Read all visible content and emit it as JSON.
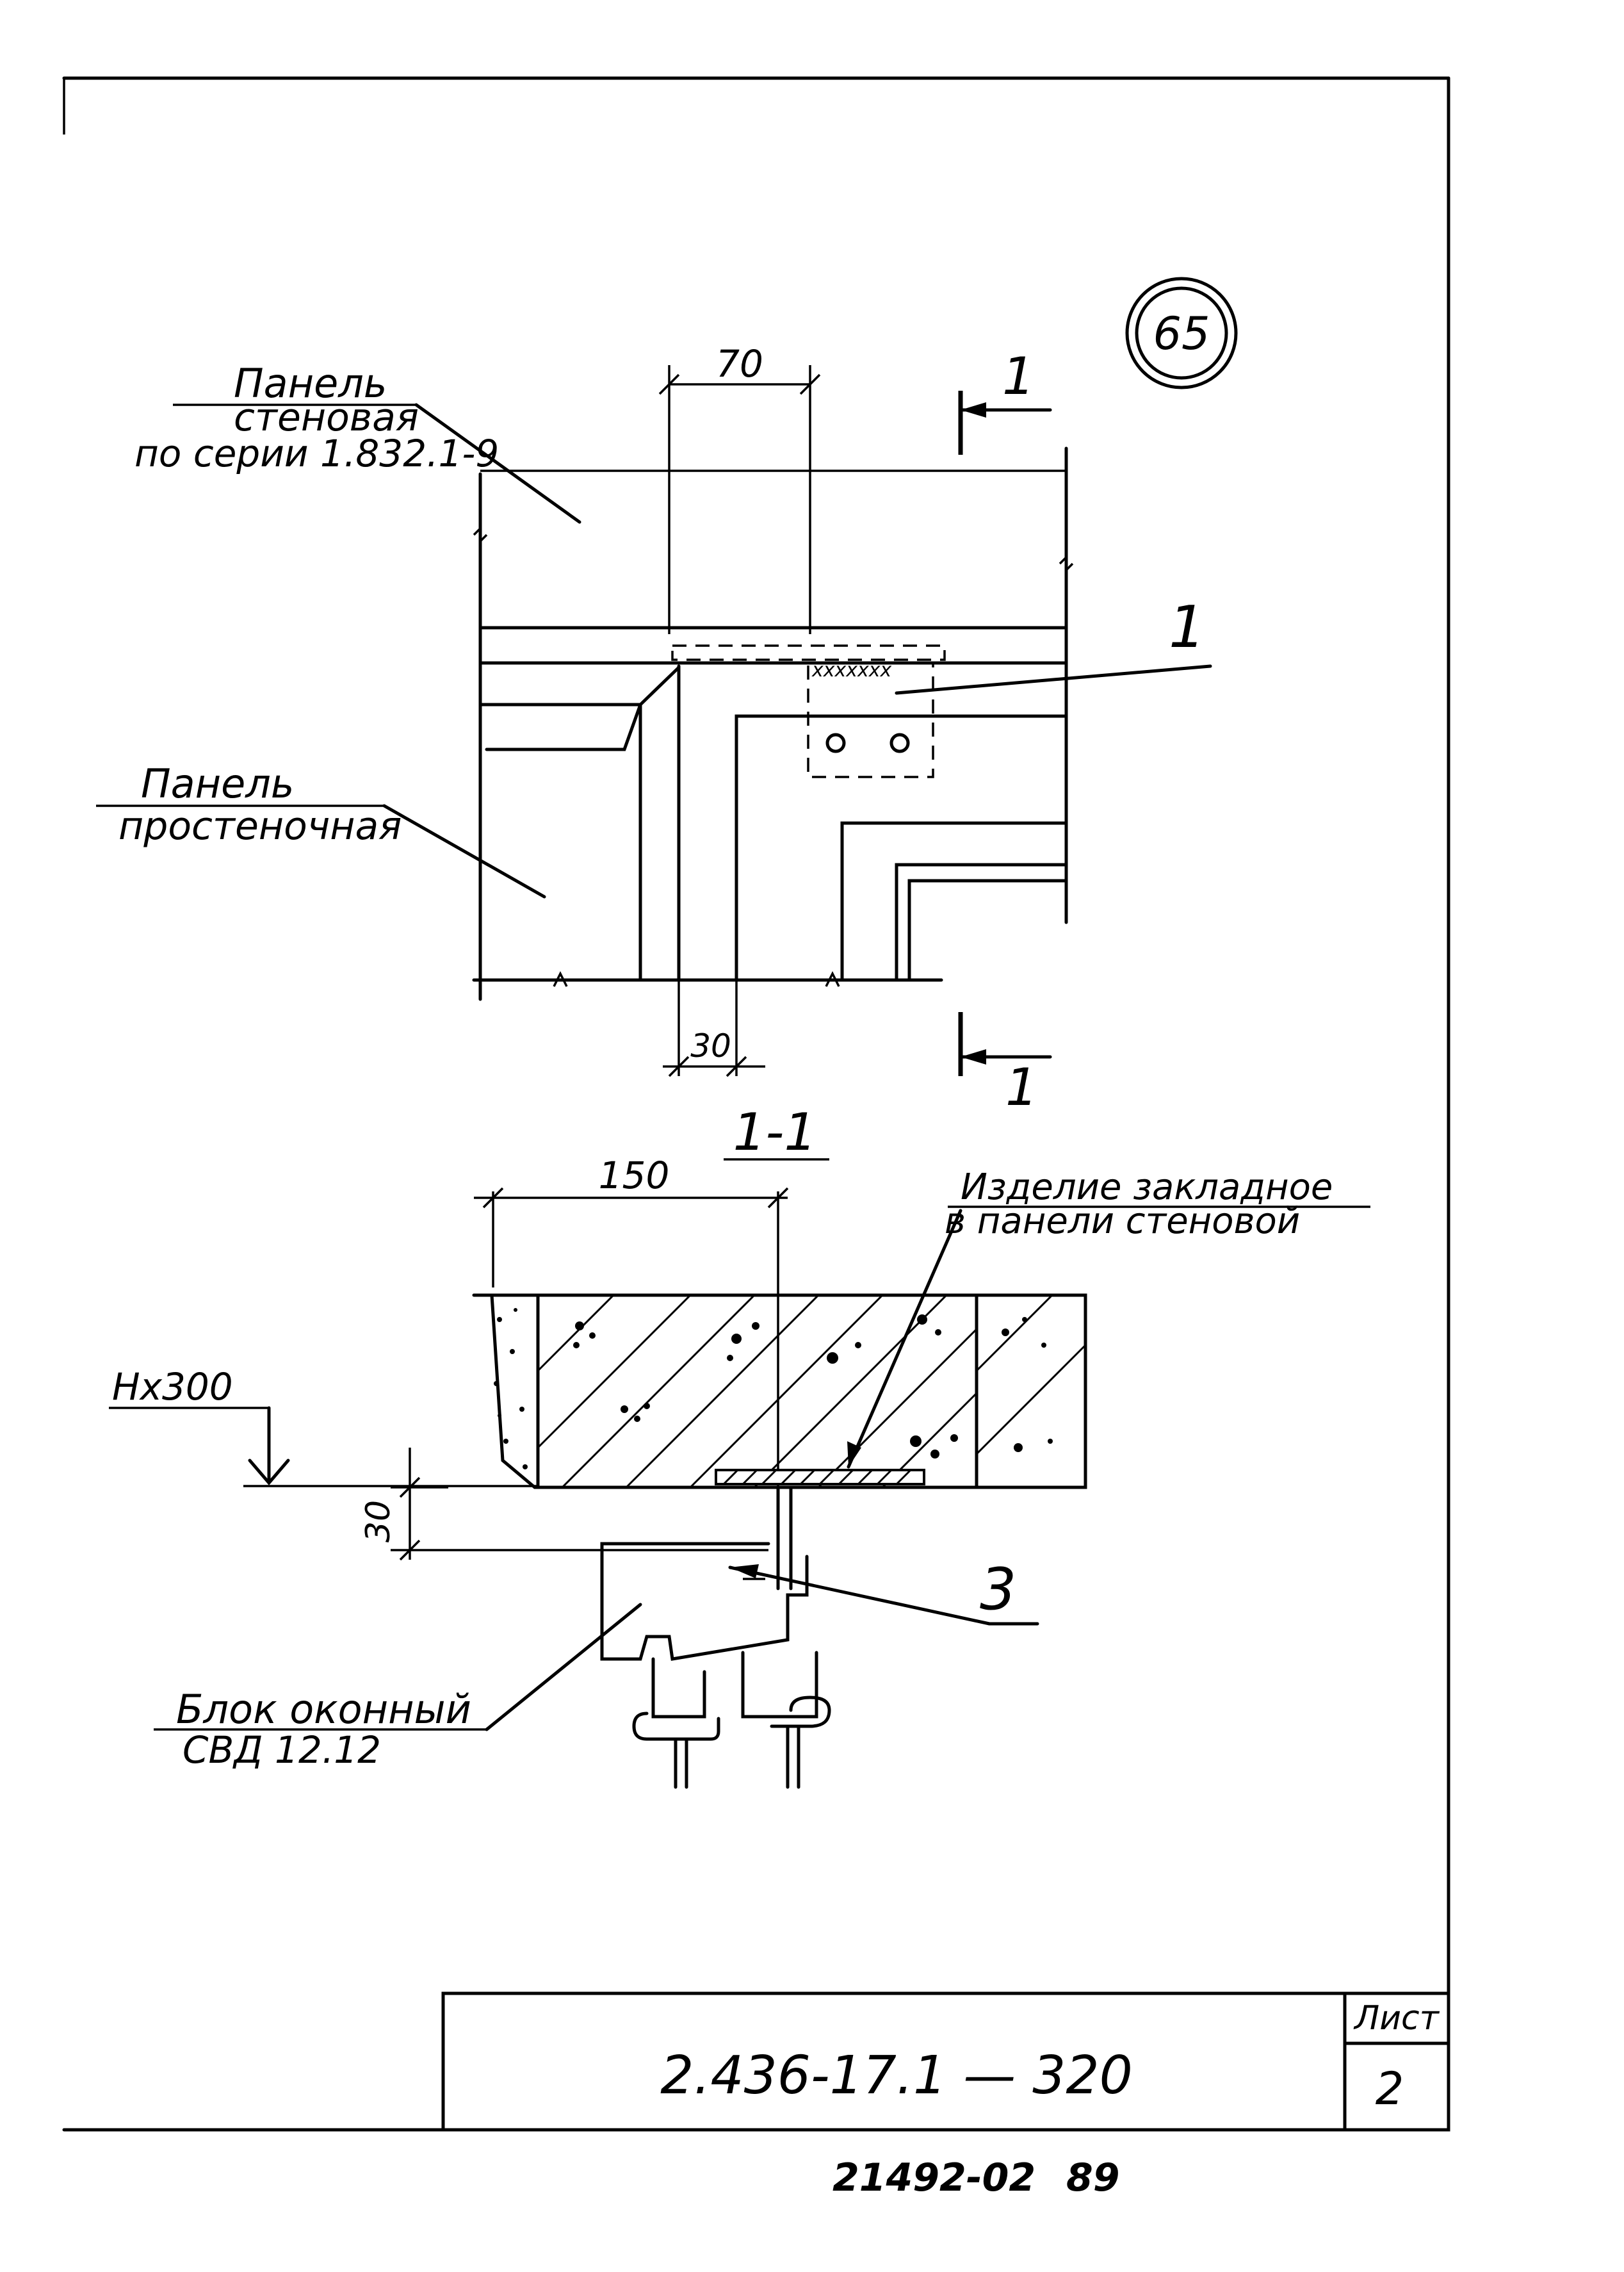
{
  "detail_mark": "65",
  "labels": {
    "wall_panel_line1": "Панель",
    "wall_panel_line2": "стеновая",
    "wall_panel_line3": "по серии 1.832.1-9",
    "pier_panel_line1": "Панель",
    "pier_panel_line2": "простеночная",
    "embedded_part_line1": "Изделие закладное",
    "embedded_part_line2": "в панели стеновой",
    "window_block_line1": "Блок оконный",
    "window_block_line2": "СВД 12.12",
    "level_mark": "Нх300"
  },
  "callouts": {
    "item_1": "1",
    "item_3": "3",
    "section_mark": "1",
    "section_title": "1-1"
  },
  "dimensions": {
    "top_width": "70",
    "bottom_gap": "30",
    "section_width": "150",
    "section_gap": "30"
  },
  "title_block": {
    "document_code": "2.436-17.1 — 320",
    "sheet_label": "Лист",
    "sheet_number": "2"
  },
  "footer": {
    "inventory": "21492-02",
    "page": "89"
  }
}
